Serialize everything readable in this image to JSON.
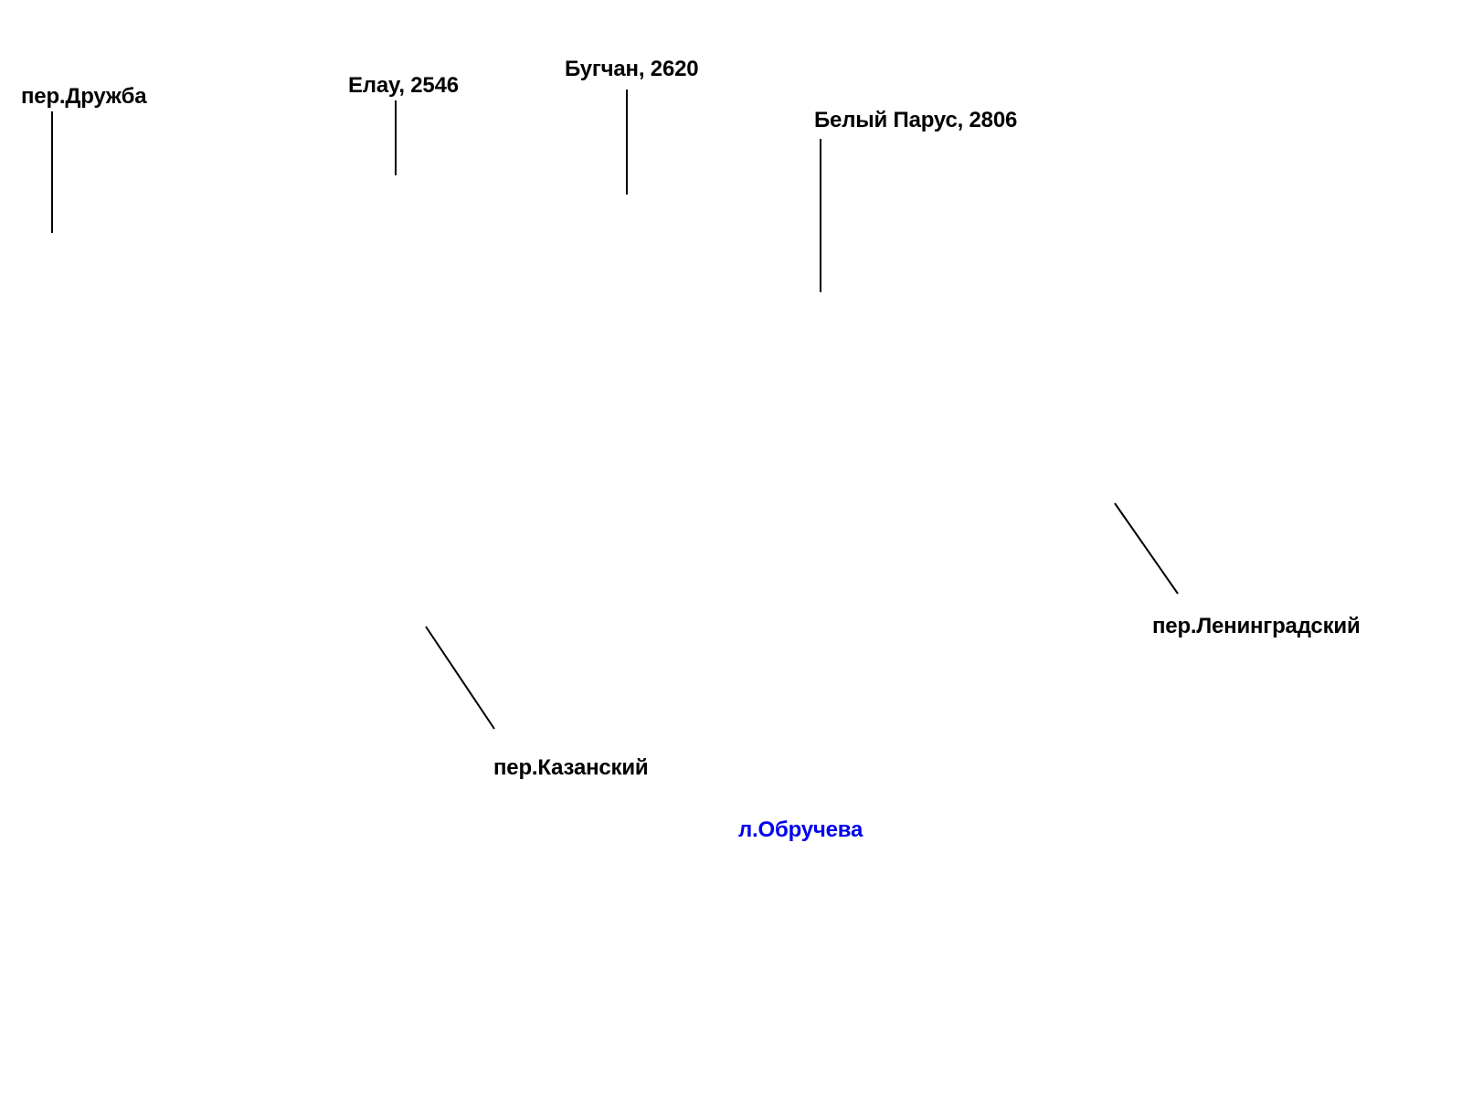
{
  "map": {
    "labels": {
      "druzhba": "пер.Дружба",
      "elau": "Елау, 2546",
      "bugchan": "Бугчан, 2620",
      "bely_parus": "Белый Парус, 2806",
      "leningradsky": "пер.Ленинградский",
      "kazansky": "пер.Казанский",
      "obrucheva": "л.Обручева"
    },
    "colors": {
      "label_text": "#000000",
      "glacier_text": "#0000ee",
      "leader_line": "#000000",
      "background": "#ffffff"
    }
  }
}
